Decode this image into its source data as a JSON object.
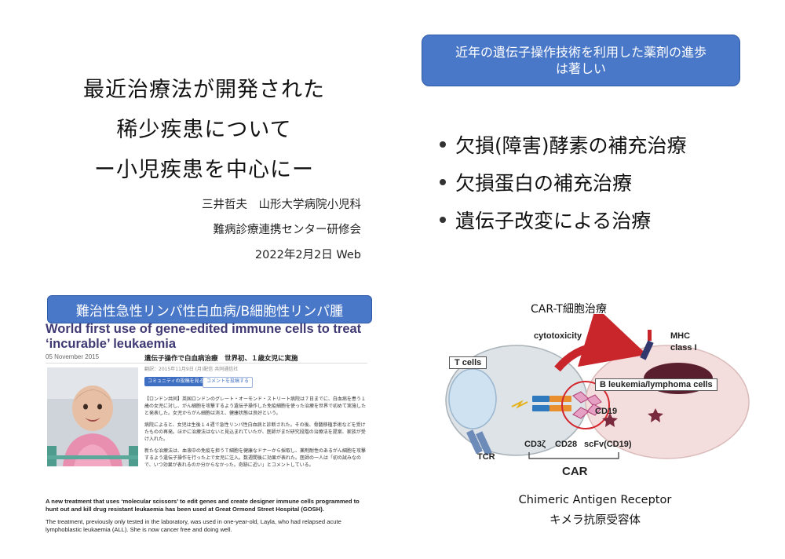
{
  "title": {
    "line1": "最近治療法が開発された",
    "line2": "稀少疾患について",
    "line3": "ー小児疾患を中心にー"
  },
  "author": {
    "name_affiliation": "三井哲夫　山形大学病院小児科",
    "event": "難病診療連携センター研修会",
    "date": "2022年2月2日 Web"
  },
  "callout": {
    "line1": "近年の遺伝子操作技術を利用した薬剤の進歩",
    "line2": "は著しい"
  },
  "bullets": [
    "欠損(障害)酵素の補充治療",
    "欠損蛋白の補充治療",
    "遺伝子改変による治療"
  ],
  "article": {
    "banner": "難治性急性リンパ性白血病/B細胞性リンパ腫",
    "headline": "World first use of gene-edited immune cells to treat ‘incurable’ leukaemia",
    "date": "05 November 2015",
    "jp_headline": "遺伝子操作で白血病治療　世界初、１歳女児に実施",
    "jp_meta": "翻訳：2015年11月9日 (月)配信 共同通信社",
    "button_community": "コミュニティの投稿を見る",
    "button_comment": "コメントを投稿する",
    "jp_paragraphs": [
      "【ロンドン共同】英国ロンドンのグレート・オーモンド・ストリート病院は７日までに、白血病を患う１歳の女児に対し、がん細胞を攻撃するよう遺伝子操作した免疫細胞を使った治療を世界で初めて実施したと発表した。女児からがん細胞は消え、健康状態は良好という。",
      "病院によると、女児は生後１４週で急性リンパ性白血病と診断された。その後、骨髄移植手術などを受けたものの再発。ほかに治療法はないと見込まれていたが、医師がまだ研究段階の治療法を提案、家族が受け入れた。",
      "新たな治療法は、血液中の免疫を担うＴ細胞を健康なドナーから採取し、薬剤耐性のあるがん細胞を攻撃するよう遺伝子操作を行った上で女児に注入。数週間後に効果が表れた。医師の一人は「初の試みなので、いつ効果が表れるのか分からなかった。奇跡に近い」とコメントしている。"
    ],
    "en_paragraph1": "A new treatment that uses ‘molecular scissors’ to edit genes and create designer immune cells programmed to hunt out and kill drug resistant leukaemia has been used at Great Ormond Street Hospital (GOSH).",
    "en_paragraph2": "The treatment, previously only tested in the laboratory, was used in one-year-old, Layla, who had relapsed acute lymphoblastic leukaemia (ALL). She is now cancer free and doing well."
  },
  "car_t": {
    "title": "CAR-T細胞治療",
    "labels": {
      "t_cells": "T cells",
      "cytotoxicity": "cytotoxicity",
      "mhc": "MHC",
      "class_i": "class I",
      "b_cells": "B leukemia/lymphoma cells",
      "cd19": "CD19",
      "tcr": "TCR",
      "cd3z": "CD3ζ",
      "cd28": "CD28",
      "scfv": "scFv(CD19)",
      "car": "CAR"
    },
    "caption_en": "Chimeric Antigen Receptor",
    "caption_jp": "キメラ抗原受容体"
  },
  "colors": {
    "accent_blue": "#4a78c9",
    "headline_purple": "#3f3a74",
    "b_cell_pink": "#f4dedd",
    "nucleus": "#5a1f2e",
    "t_cell_blue": "#cfe2f1",
    "arrow_red": "#c8262b"
  }
}
